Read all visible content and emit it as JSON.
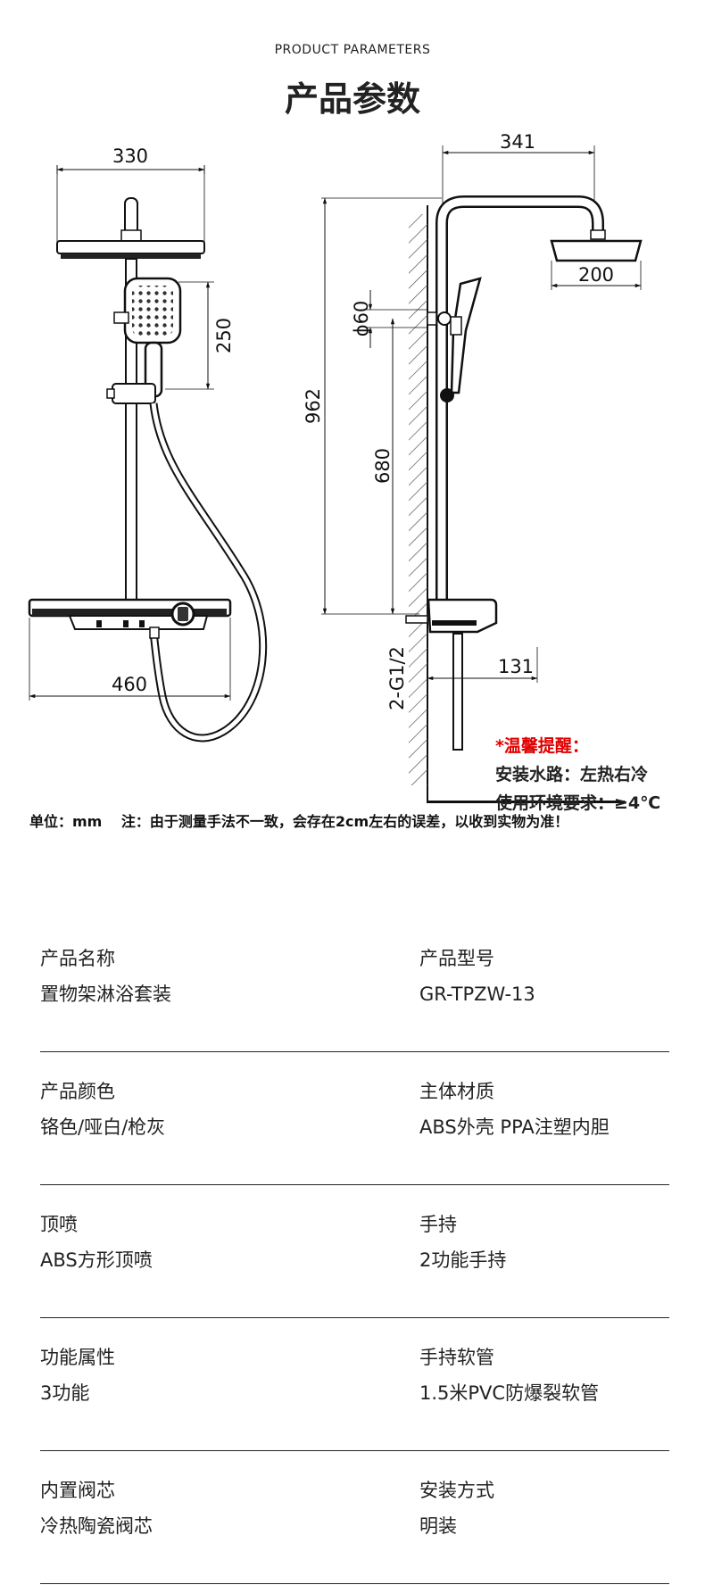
{
  "header": {
    "subtitle": "PRODUCT PARAMETERS",
    "title": "产品参数"
  },
  "dimensions": {
    "head_width": "330",
    "arm_reach": "341",
    "head_depth": "200",
    "handheld_height": "250",
    "pipe_dia": "ϕ60",
    "total_height": "962",
    "mount_height": "680",
    "shelf_width": "460",
    "inlet": "2-G1/2",
    "spout": "131"
  },
  "notice": {
    "title": "*温馨提醒：",
    "line1": "安装水路：左热右冷",
    "line2": "使用环境要求：≥4℃"
  },
  "unit_note": "单位：mm　 注：由于测量手法不一致，会存在2cm左右的误差，以收到实物为准！",
  "specs": [
    {
      "left_label": "产品名称",
      "left_value": "置物架淋浴套装",
      "right_label": "产品型号",
      "right_value": "GR-TPZW-13"
    },
    {
      "left_label": "产品颜色",
      "left_value": "铬色/哑白/枪灰",
      "right_label": "主体材质",
      "right_value": "ABS外壳 PPA注塑内胆"
    },
    {
      "left_label": "顶喷",
      "left_value": "ABS方形顶喷",
      "right_label": "手持",
      "right_value": "2功能手持"
    },
    {
      "left_label": "功能属性",
      "left_value": "3功能",
      "right_label": "手持软管",
      "right_value": "1.5米PVC防爆裂软管"
    },
    {
      "left_label": "内置阀芯",
      "left_value": "冷热陶瓷阀芯",
      "right_label": "安装方式",
      "right_value": "明装"
    }
  ]
}
